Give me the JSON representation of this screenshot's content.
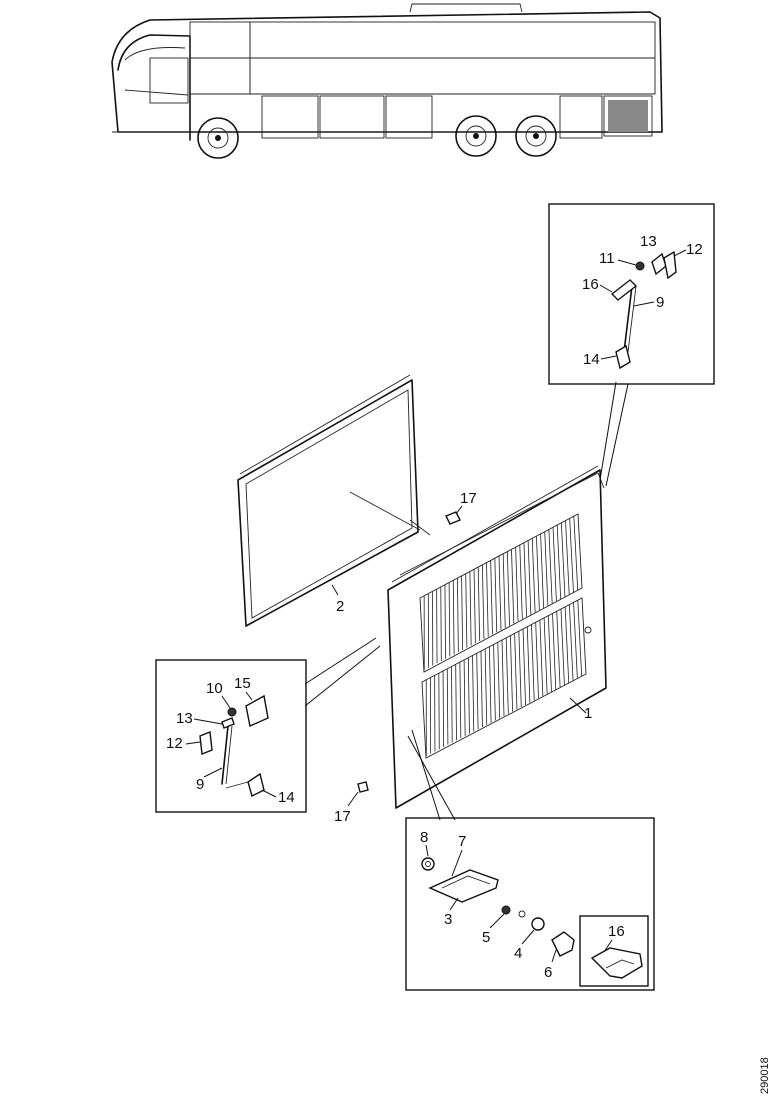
{
  "doc_id": "290018",
  "callouts": {
    "main_panel": "1",
    "seal_frame": "2",
    "fastener_left": "17",
    "fastener_top": "17",
    "latch": {
      "p3": "3",
      "p4": "4",
      "p5": "5",
      "p6": "6",
      "p7": "7",
      "p8": "8",
      "p16": "16"
    },
    "hinge_top": {
      "p9": "9",
      "p11": "11",
      "p12": "12",
      "p13": "13",
      "p14": "14",
      "p16": "16"
    },
    "hinge_left": {
      "p9": "9",
      "p10": "10",
      "p12": "12",
      "p13": "13",
      "p14": "14",
      "p15": "15"
    }
  }
}
